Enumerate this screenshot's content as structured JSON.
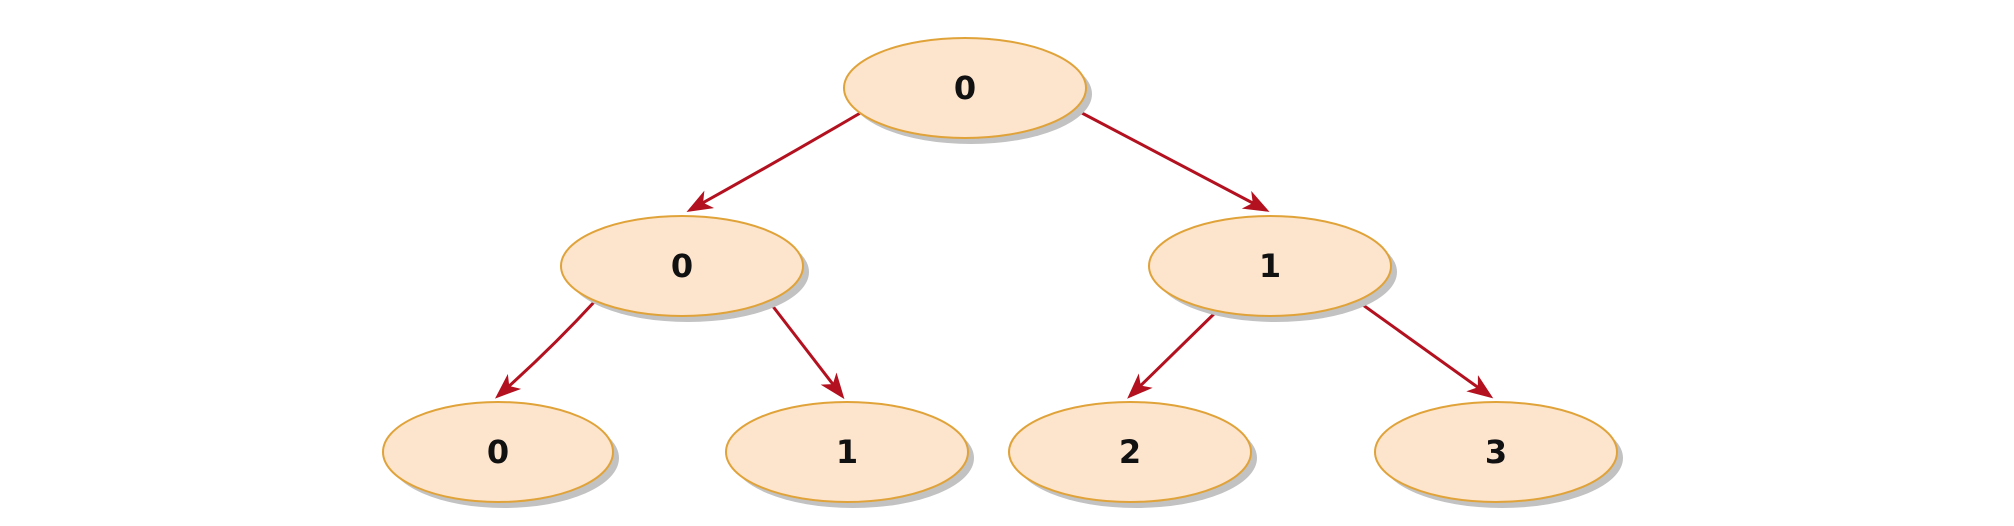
{
  "colors": {
    "node_fill": "#fde4cd",
    "node_stroke": "#e0a33a",
    "node_shadow": "#c2c2c2",
    "edge": "#b3111f"
  },
  "tree": {
    "root": {
      "label": "0"
    },
    "level1": [
      {
        "label": "0"
      },
      {
        "label": "1"
      }
    ],
    "level2": [
      {
        "label": "0"
      },
      {
        "label": "1"
      },
      {
        "label": "2"
      },
      {
        "label": "3"
      }
    ]
  }
}
